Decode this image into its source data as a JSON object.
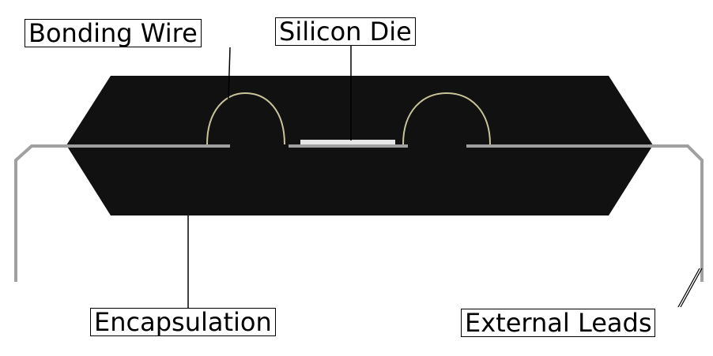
{
  "labels": {
    "bonding_wire": "Bonding Wire",
    "silicon_die": "Silicon Die",
    "encapsulation": "Encapsulation",
    "external_leads": "External Leads"
  },
  "colors": {
    "encapsulation": "#111111",
    "leads": "#a0a0a0",
    "wire": "#c8c49a",
    "die": "#e6e6e6",
    "leader": "#000000"
  }
}
